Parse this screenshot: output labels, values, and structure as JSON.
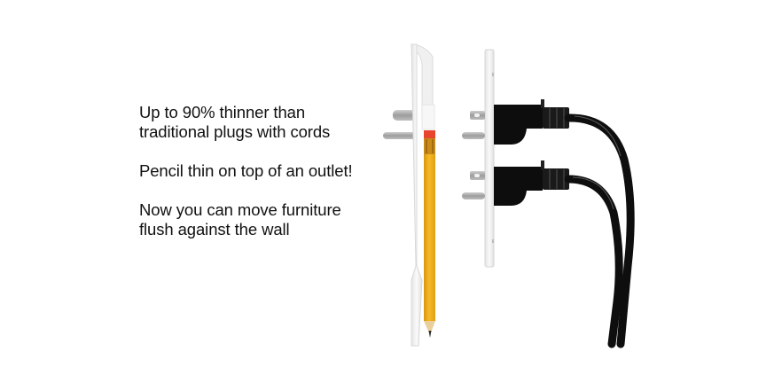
{
  "image": {
    "description": "Product illustration comparing an ultra-thin outlet cover plug to traditional plugs with cords",
    "background": "#ffffff"
  },
  "copy": {
    "blocks": [
      {
        "lines": [
          "Up to 90% thinner than",
          "traditional plugs with cords"
        ]
      },
      {
        "lines": [
          "Pencil thin on top of an outlet!"
        ]
      },
      {
        "lines": [
          "Now you can move furniture",
          "flush against the wall"
        ]
      }
    ]
  },
  "illustration": {
    "thin_plug": {
      "color": "#f2f2f2",
      "edge": "#d6d6d6"
    },
    "pencil": {
      "body": "#f2b01e",
      "ferrule": "#c98a1a",
      "eraser": "#e8452f",
      "tip": "#2a2a2a"
    },
    "prongs": {
      "color": "#a9a9a9"
    },
    "outlet_plate": {
      "color": "#f4f4f4",
      "edge": "#d8d8d8"
    },
    "traditional_plugs": {
      "count": 2,
      "color": "#111111"
    }
  }
}
